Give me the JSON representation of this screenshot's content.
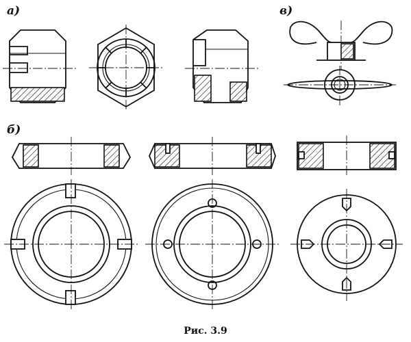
{
  "labels": {
    "group_a": "а)",
    "group_b": "б)",
    "group_v": "в)"
  },
  "caption": "Рис. 3.9"
}
